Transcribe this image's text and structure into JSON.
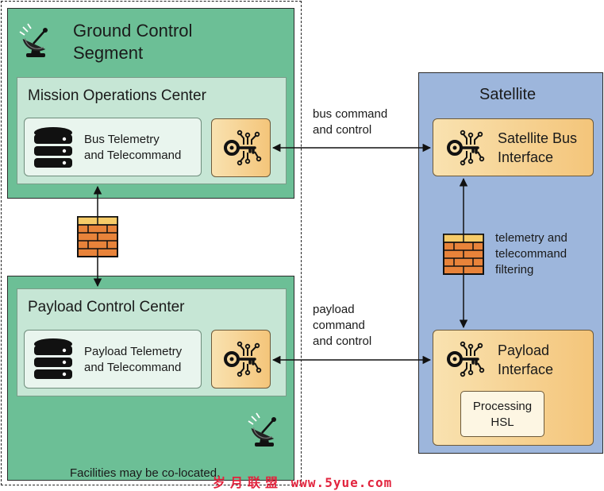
{
  "ground": {
    "title_line1": "Ground Control",
    "title_line2": "Segment",
    "moc": {
      "title": "Mission Operations Center",
      "db_line1": "Bus Telemetry",
      "db_line2": "and Telecommand"
    },
    "pcc": {
      "title": "Payload Control Center",
      "db_line1": "Payload Telemetry",
      "db_line2": "and Telecommand"
    },
    "footnote": "Facilities may be co-located."
  },
  "links": {
    "bus_line1": "bus command",
    "bus_line2": "and control",
    "payload_line1": "payload",
    "payload_line2": "command",
    "payload_line3": "and control",
    "filter_line1": "telemetry and",
    "filter_line2": "telecommand",
    "filter_line3": "filtering"
  },
  "satellite": {
    "title": "Satellite",
    "bus_line1": "Satellite Bus",
    "bus_line2": "Interface",
    "payload_line1": "Payload",
    "payload_line2": "Interface",
    "hsl_line1": "Processing",
    "hsl_line2": "HSL"
  },
  "watermark": "www.5yue.com",
  "icons": [
    "satellite-dish-icon",
    "database-icon",
    "key-chip-icon",
    "firewall-icon"
  ],
  "colors": {
    "ground_green": "#6cbf96",
    "center_green": "#c6e6d5",
    "satellite_blue": "#9db6dc",
    "interface_orange": "#f4c57a",
    "firewall_orange": "#e8833a"
  }
}
